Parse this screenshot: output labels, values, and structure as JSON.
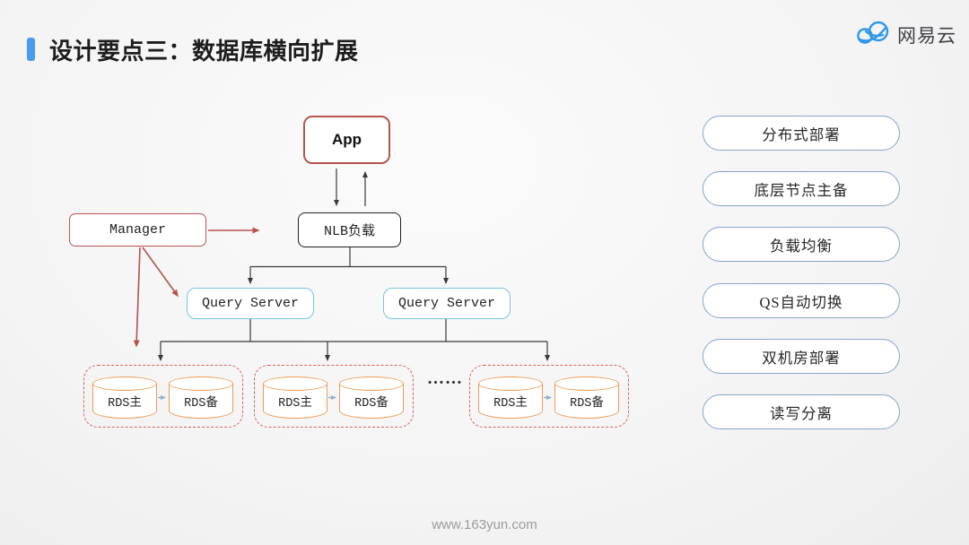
{
  "header": {
    "title": "设计要点三：数据库横向扩展",
    "logo_text": "网易云"
  },
  "diagram": {
    "app_label": "App",
    "manager_label": "Manager",
    "nlb_label": "NLB负载",
    "query_server_labels": [
      "Query Server",
      "Query Server"
    ],
    "rds_groups": [
      {
        "primary": "RDS主",
        "replica": "RDS备"
      },
      {
        "primary": "RDS主",
        "replica": "RDS备"
      },
      {
        "primary": "RDS主",
        "replica": "RDS备"
      }
    ],
    "ellipsis": "……"
  },
  "feature_pills": [
    {
      "label": "分布式部署"
    },
    {
      "label": "底层节点主备"
    },
    {
      "label": "负载均衡"
    },
    {
      "label": "QS自动切换"
    },
    {
      "label": "双机房部署"
    },
    {
      "label": "读写分离"
    }
  ],
  "footer": {
    "url": "www.163yun.com"
  },
  "colors": {
    "accent_blue": "#4a9bec",
    "logo_blue": "#2f97e8",
    "node_border_red": "#b85450",
    "nlb_border": "#1f1f1f",
    "query_server_border": "#76c6e2",
    "cylinder_border": "#ed9b55",
    "rds_group_border": "#d9605e",
    "pill_border": "#87a3cd",
    "connector_dark": "#3a3a3a"
  }
}
